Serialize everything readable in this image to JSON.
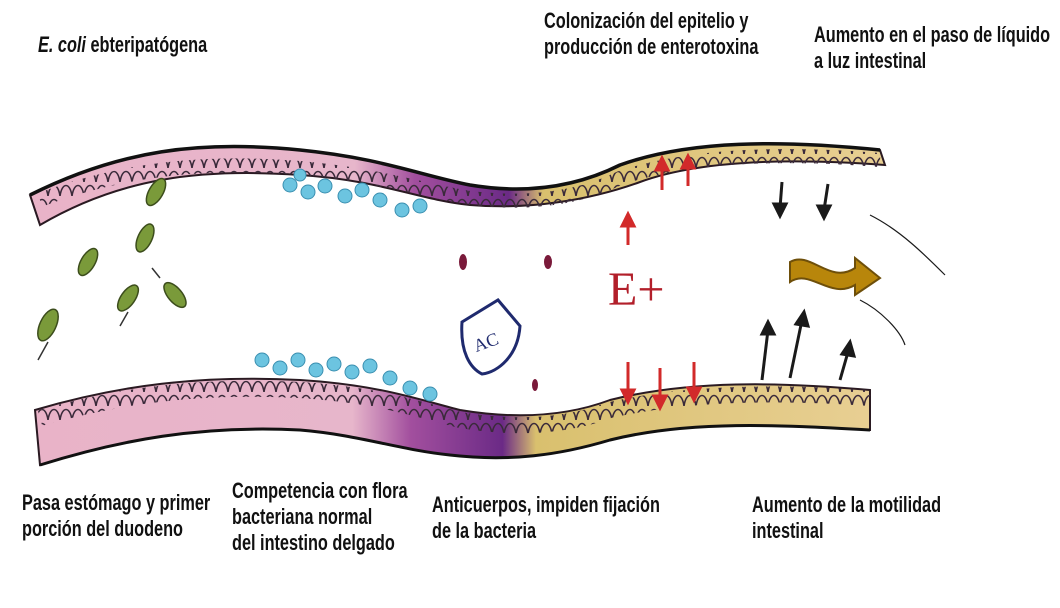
{
  "labels": {
    "ecoli": {
      "italic": "E. coli",
      "rest": " ebteripatógena"
    },
    "colonizacion": [
      "Colonización del epitelio y",
      "producción de enterotoxina"
    ],
    "aumento_liquido": [
      "Aumento en el paso de líquido",
      "a luz intestinal"
    ],
    "pasa_estomago": [
      "Pasa estómago y primer",
      "porción del duodeno"
    ],
    "competencia": [
      "Competencia con flora",
      "bacteriana normal",
      "del intestino delgado"
    ],
    "anticuerpos": [
      "Anticuerpos, impiden fijación",
      "de la bacteria"
    ],
    "motilidad": [
      "Aumento de la motilidad",
      "intestinal"
    ]
  },
  "symbols": {
    "antibody_text": "AC",
    "toxin_text": "E+"
  },
  "colors": {
    "pink_wall": "#e9b3c8",
    "purple_wall": "#7a2f8c",
    "yellow_wall": "#e6c98a",
    "normal_flora": "#6cc4e0",
    "ecoli": "#7a9a3a",
    "toxin_arrow": "#d22a2a",
    "fluid_arrow": "#b8860b"
  }
}
